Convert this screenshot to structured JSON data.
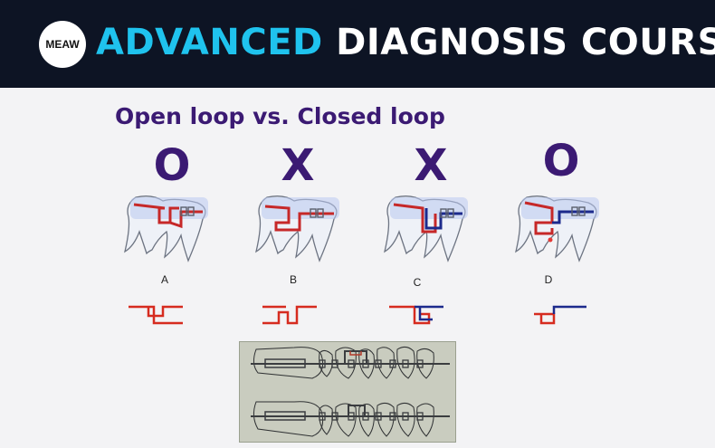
{
  "header": {
    "logo_text": "MEAW",
    "title_accent": "ADVANCED",
    "title_rest": "DIAGNOSIS COURSE"
  },
  "slide": {
    "title": "Open loop vs. Closed loop",
    "panels": [
      {
        "mark": "O",
        "letter": "A",
        "loop_color": "red"
      },
      {
        "mark": "X",
        "letter": "B",
        "loop_color": "red"
      },
      {
        "mark": "X",
        "letter": "C",
        "loop_color": "red-blue"
      },
      {
        "mark": "O",
        "letter": "D",
        "loop_color": "red-blue"
      }
    ]
  },
  "colors": {
    "header_bg": "#0d1424",
    "accent": "#1fc3ee",
    "title_purple": "#3b1a73",
    "wire_red": "#d62b1f",
    "wire_blue": "#1c2a8c"
  }
}
